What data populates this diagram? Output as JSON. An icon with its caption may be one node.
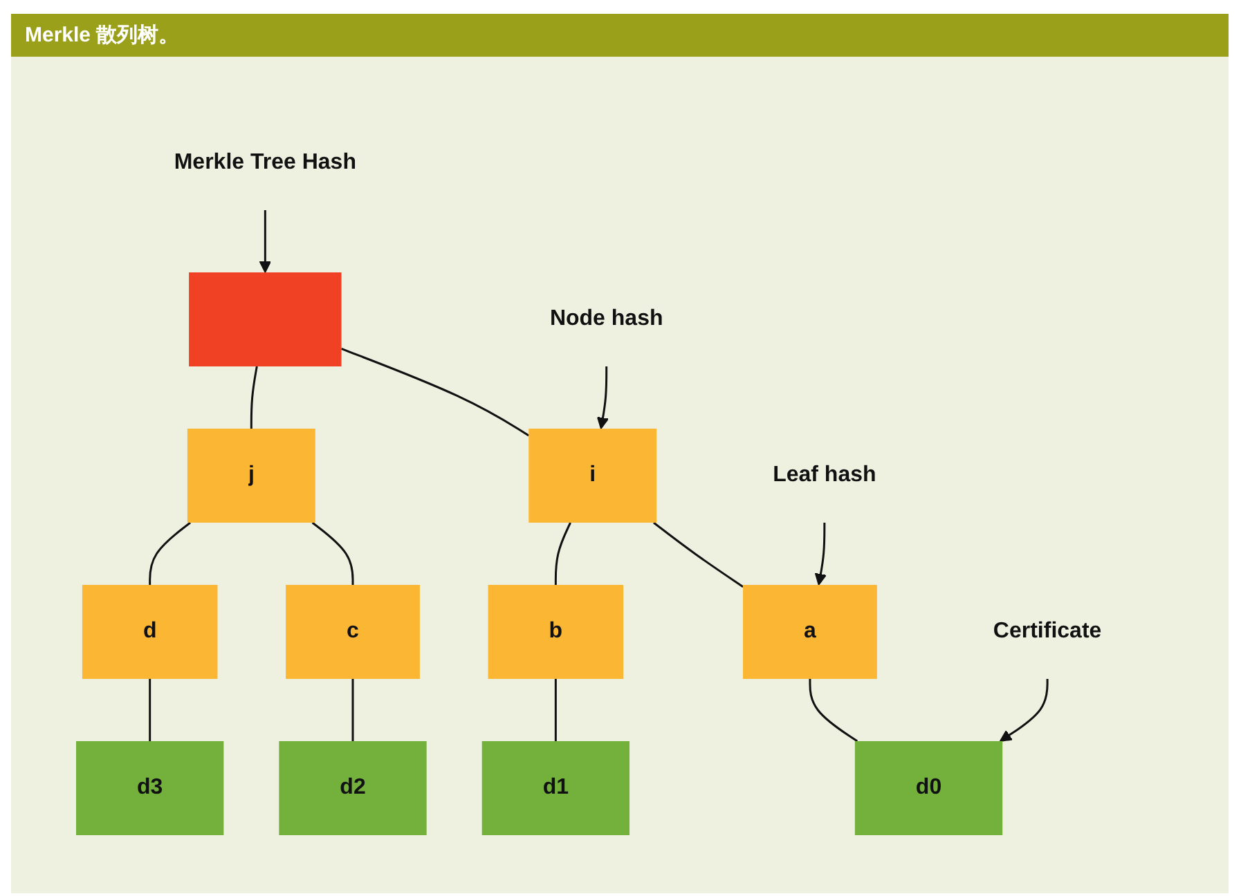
{
  "diagram": {
    "title": "Merkle 散列树。",
    "nodes": [
      {
        "text": [
          "Merkle Tree Hash"
        ]
      },
      {
        "text": [],
        "shape": "box"
      },
      {
        "text": [
          "Node hash"
        ]
      },
      {
        "text": [
          "i"
        ]
      },
      {
        "text": [
          "j"
        ]
      },
      {
        "text": [
          "Leaf hash"
        ]
      },
      {
        "text": [
          "a"
        ]
      },
      {
        "text": [
          "b"
        ]
      },
      {
        "text": [
          "c"
        ]
      },
      {
        "text": [
          "d"
        ]
      },
      {
        "text": [
          "Certificate"
        ]
      },
      {
        "text": [
          "d0"
        ]
      },
      {
        "text": [
          "d1"
        ]
      },
      {
        "text": [
          "d2"
        ]
      },
      {
        "text": [
          "d3"
        ]
      }
    ],
    "edges": [
      {
        "from": 0,
        "to": 1,
        "arrow": "to"
      },
      {
        "from": 1,
        "to": 3,
        "arrow": "none"
      },
      {
        "from": 1,
        "to": 4,
        "arrow": "none"
      },
      {
        "from": 2,
        "to": 3,
        "arrow": "to"
      },
      {
        "from": 3,
        "to": 6,
        "arrow": "none"
      },
      {
        "from": 3,
        "to": 7,
        "arrow": "none"
      },
      {
        "from": 4,
        "to": 8,
        "arrow": "none"
      },
      {
        "from": 4,
        "to": 9,
        "arrow": "none"
      },
      {
        "from": 5,
        "to": 6,
        "arrow": "to"
      },
      {
        "from": 6,
        "to": 11,
        "arrow": "none"
      },
      {
        "from": 7,
        "to": 12,
        "arrow": "none"
      },
      {
        "from": 8,
        "to": 13,
        "arrow": "none"
      },
      {
        "from": 9,
        "to": 14,
        "arrow": "none"
      },
      {
        "from": 10,
        "to": 11,
        "arrow": "to"
      }
    ]
  }
}
